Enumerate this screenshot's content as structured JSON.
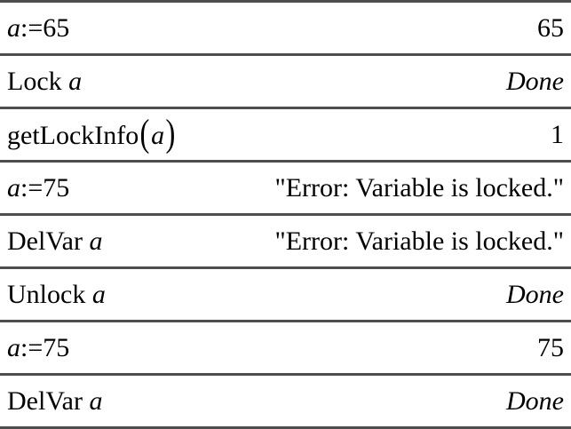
{
  "app": {
    "name": "cas-calculator-history",
    "line_color": "#4d4d4d",
    "text_color": "#000000",
    "background_color": "#ffffff"
  },
  "rows": [
    {
      "input": [
        {
          "t": "a",
          "i": true
        },
        {
          "t": ":=65"
        }
      ],
      "result": [
        {
          "t": "65"
        }
      ]
    },
    {
      "input": [
        {
          "t": "Lock "
        },
        {
          "t": "a",
          "i": true
        }
      ],
      "result": [
        {
          "t": "Done",
          "i": true
        }
      ]
    },
    {
      "input": [
        {
          "t": "getLockInfo"
        },
        {
          "t": "(",
          "paren": true
        },
        {
          "t": "a",
          "i": true
        },
        {
          "t": ")",
          "paren": true
        }
      ],
      "result": [
        {
          "t": "1"
        }
      ]
    },
    {
      "input": [
        {
          "t": "a",
          "i": true
        },
        {
          "t": ":=75"
        }
      ],
      "result": [
        {
          "t": "\"Error: Variable is locked.\""
        }
      ]
    },
    {
      "input": [
        {
          "t": "DelVar "
        },
        {
          "t": "a",
          "i": true
        }
      ],
      "result": [
        {
          "t": "\"Error: Variable is locked.\""
        }
      ]
    },
    {
      "input": [
        {
          "t": "Unlock "
        },
        {
          "t": "a",
          "i": true
        }
      ],
      "result": [
        {
          "t": "Done",
          "i": true
        }
      ]
    },
    {
      "input": [
        {
          "t": "a",
          "i": true
        },
        {
          "t": ":=75"
        }
      ],
      "result": [
        {
          "t": "75"
        }
      ]
    },
    {
      "input": [
        {
          "t": "DelVar "
        },
        {
          "t": "a",
          "i": true
        }
      ],
      "result": [
        {
          "t": "Done",
          "i": true
        }
      ]
    }
  ]
}
